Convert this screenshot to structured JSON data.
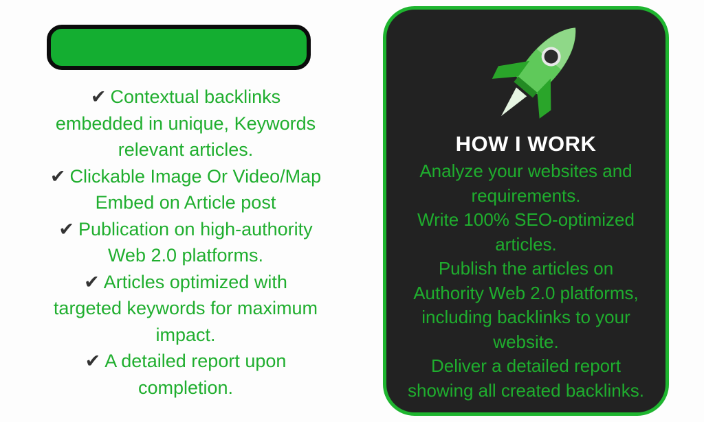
{
  "colors": {
    "accent": "#1fae2e",
    "banner": "#14ae31",
    "card_bg": "#222222",
    "card_border": "#1eb52f"
  },
  "features": [
    {
      "icon": "check-icon",
      "lines": [
        "Contextual backlinks",
        "embedded in unique, Keywords",
        "relevant articles."
      ]
    },
    {
      "icon": "check-icon",
      "lines": [
        "Clickable Image Or Video/Map",
        "Embed on Article post"
      ]
    },
    {
      "icon": "check-icon",
      "lines": [
        "Publication on high-authority",
        "Web 2.0 platforms."
      ]
    },
    {
      "icon": "check-icon",
      "lines": [
        "Articles optimized with",
        "targeted keywords for maximum",
        "impact."
      ]
    },
    {
      "icon": "check-icon",
      "lines": [
        "A detailed report upon",
        "completion."
      ]
    }
  ],
  "check_glyph": "✔",
  "card": {
    "icon": "rocket-icon",
    "title": "HOW I WORK",
    "steps": [
      {
        "lines": [
          "Analyze your websites and",
          "requirements."
        ]
      },
      {
        "lines": [
          "Write 100% SEO-optimized",
          "articles."
        ]
      },
      {
        "lines": [
          "Publish the articles on",
          "Authority Web 2.0 platforms,",
          "including backlinks to your",
          "website."
        ]
      },
      {
        "lines": [
          "Deliver a detailed report",
          "showing all created backlinks."
        ]
      }
    ]
  }
}
